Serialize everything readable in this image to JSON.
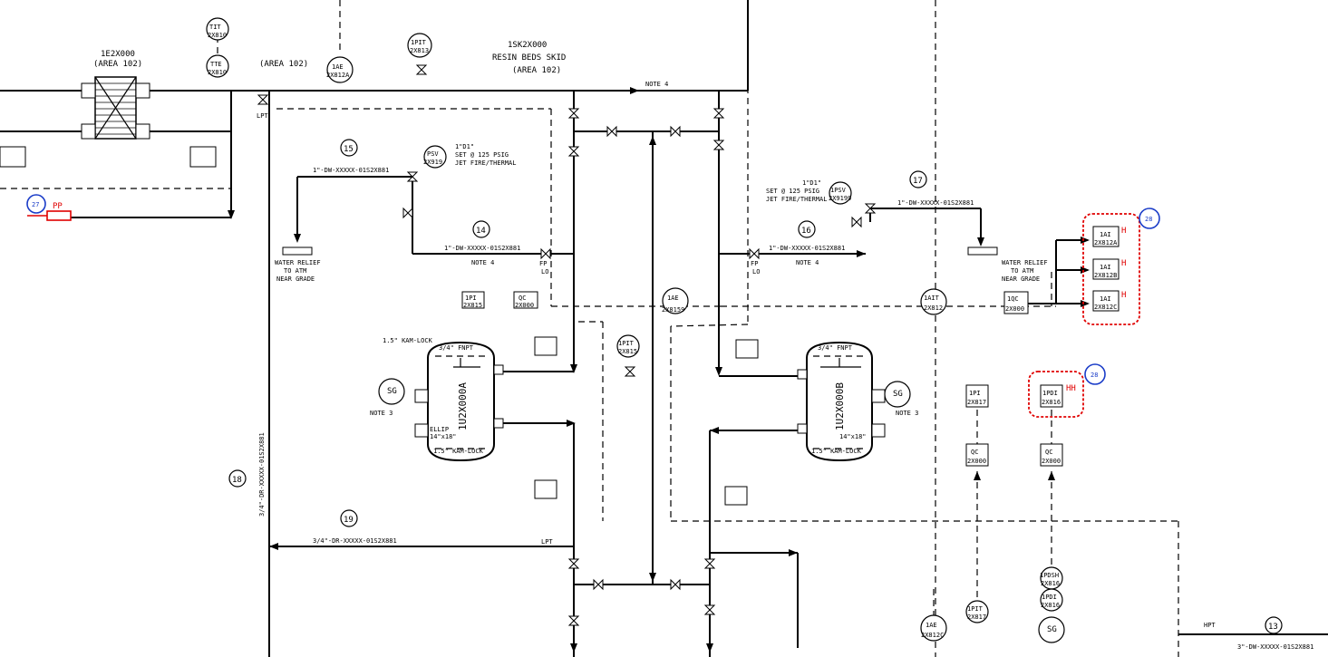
{
  "equipment": {
    "exchanger_tag": "1E2X000",
    "exchanger_area": "(AREA 102)",
    "area_label": "(AREA 102)",
    "skid_tag": "1SK2X000",
    "skid_name": "RESIN BEDS SKID",
    "skid_area": "(AREA 102)",
    "vessel_a": "1U2X000A",
    "vessel_b": "1U2X000B"
  },
  "instruments": [
    {
      "func": "TIT",
      "num": "2X810"
    },
    {
      "func": "TTE",
      "num": "2X810"
    },
    {
      "func": "1AE",
      "num": "2X812A"
    },
    {
      "func": "1PIT",
      "num": "2X813"
    },
    {
      "func": "PSV",
      "num": "2X919"
    },
    {
      "func": "1PSV",
      "num": "2X9199"
    },
    {
      "func": "1PI",
      "num": "2X815"
    },
    {
      "func": "QC",
      "num": "2X000"
    },
    {
      "func": "1PIT",
      "num": "2X815"
    },
    {
      "func": "1AE",
      "num": "2X8159"
    },
    {
      "func": "1AIT",
      "num": "2X812"
    },
    {
      "func": "1QC",
      "num": "2X000"
    },
    {
      "func": "1AI",
      "num": "2X812A"
    },
    {
      "func": "1AI",
      "num": "2X812B"
    },
    {
      "func": "1AI",
      "num": "2X812C"
    },
    {
      "func": "1PI",
      "num": "2X817"
    },
    {
      "func": "1PDI",
      "num": "2X816"
    },
    {
      "func": "QC",
      "num": "2X000"
    },
    {
      "func": "QC",
      "num": "2X000"
    },
    {
      "func": "1PDSH",
      "num": "2X816"
    },
    {
      "func": "1PDI",
      "num": "2X816"
    },
    {
      "func": "1PIT",
      "num": "2X817"
    },
    {
      "func": "1AE",
      "num": "2X812C"
    }
  ],
  "lines": {
    "l15": "1\"-DW-XXXXX-01S2X881",
    "l14": "1\"-DW-XXXXX-01S2X881",
    "l16": "1\"-DW-XXXXX-01S2X881",
    "l17": "1\"-DW-XXXXX-01S2X881",
    "l18": "3/4\"-DR-XXXXX-01S2X881",
    "l19": "3/4\"-DR-XXXXX-01S2X881",
    "l13": "3\"-DW-XXXXX-01S2X881"
  },
  "bubbles": [
    "15",
    "14",
    "16",
    "17",
    "18",
    "19",
    "13"
  ],
  "revisions": [
    "27",
    "28",
    "28"
  ],
  "notes": {
    "note4": "NOTE 4",
    "note4b": "NOTE 4",
    "note4c": "NOTE 4",
    "note3a": "NOTE 3",
    "note3b": "NOTE 3",
    "relief_a": [
      "WATER RELIEF",
      "TO ATM",
      "NEAR GRADE"
    ],
    "relief_b": [
      "WATER RELIEF",
      "TO ATM",
      "NEAR GRADE"
    ],
    "psv_set_a": [
      "1\"D1\"",
      "SET @ 125 PSIG",
      "JET FIRE/THERMAL"
    ],
    "psv_set_b": [
      "1\"D1\"",
      "SET @ 125 PSIG",
      "JET FIRE/THERMAL"
    ],
    "pp": "PP",
    "hh": "HH",
    "h": "H",
    "lpt": "LPT",
    "hpt": "HPT",
    "kamlock": "1.5\" KAM-LOCK",
    "fnpt": "3/4\" FNPT",
    "ellip": "ELLIP",
    "manway": "14\"x18\"",
    "sg": "SG",
    "fp": "FP",
    "lo": "LO",
    "note_note4": "NOTE 4"
  }
}
